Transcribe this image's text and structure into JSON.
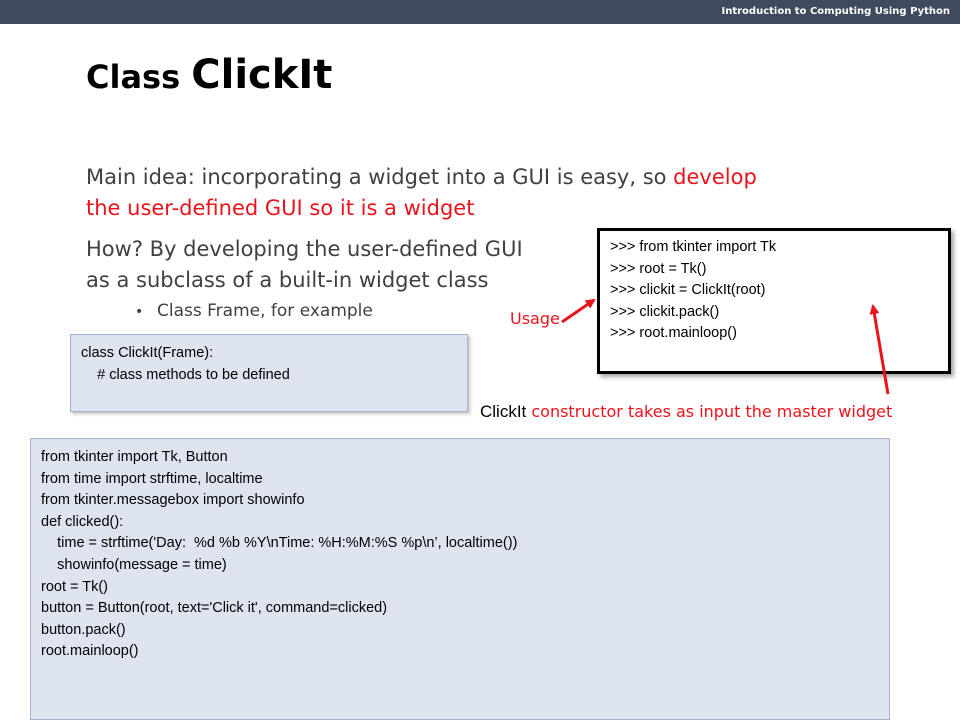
{
  "header": {
    "course": "Introduction to Computing Using Python"
  },
  "title": {
    "part1": "Class ",
    "part2": "ClickIt"
  },
  "bullets": {
    "main_idea_prefix": "Main idea: incorporating a widget into a GUI is easy, so ",
    "main_idea_red_1": "develop",
    "main_idea_red_2": "the user-defined GUI so it is a widget",
    "how_line1": "How? By developing the user-defined GUI",
    "how_line2": "as a subclass of a built-in widget class",
    "sub_prefix": "Class ",
    "sub_code": "Frame",
    "sub_suffix": ", for example"
  },
  "class_box": {
    "lines": [
      "class ClickIt(Frame):",
      "",
      "    # class methods to be defined"
    ]
  },
  "usage_box": {
    "lines": [
      ">>> from tkinter import Tk",
      ">>> root = Tk()",
      ">>> clickit = ClickIt(root)",
      ">>> clickit.pack()",
      ">>> root.mainloop()"
    ]
  },
  "labels": {
    "usage": "Usage",
    "caption_code": "ClickIt",
    "caption_rest": " constructor takes as input the master widget"
  },
  "code_box": {
    "lines": [
      "from tkinter import Tk, Button",
      "from time import strftime, localtime",
      "from tkinter.messagebox import showinfo",
      "",
      "def clicked():",
      "    time = strftime('Day:  %d %b %Y\\nTime: %H:%M:%S %p\\n’, localtime())",
      "    showinfo(message = time)",
      "",
      "root = Tk()",
      "button = Button(root, text='Click it', command=clicked)",
      "button.pack()",
      "root.mainloop()"
    ]
  },
  "colors": {
    "header_bar": "#3f4a5f",
    "accent_red": "#e8141c",
    "code_bg": "#dde4f0",
    "text": "#404040"
  }
}
